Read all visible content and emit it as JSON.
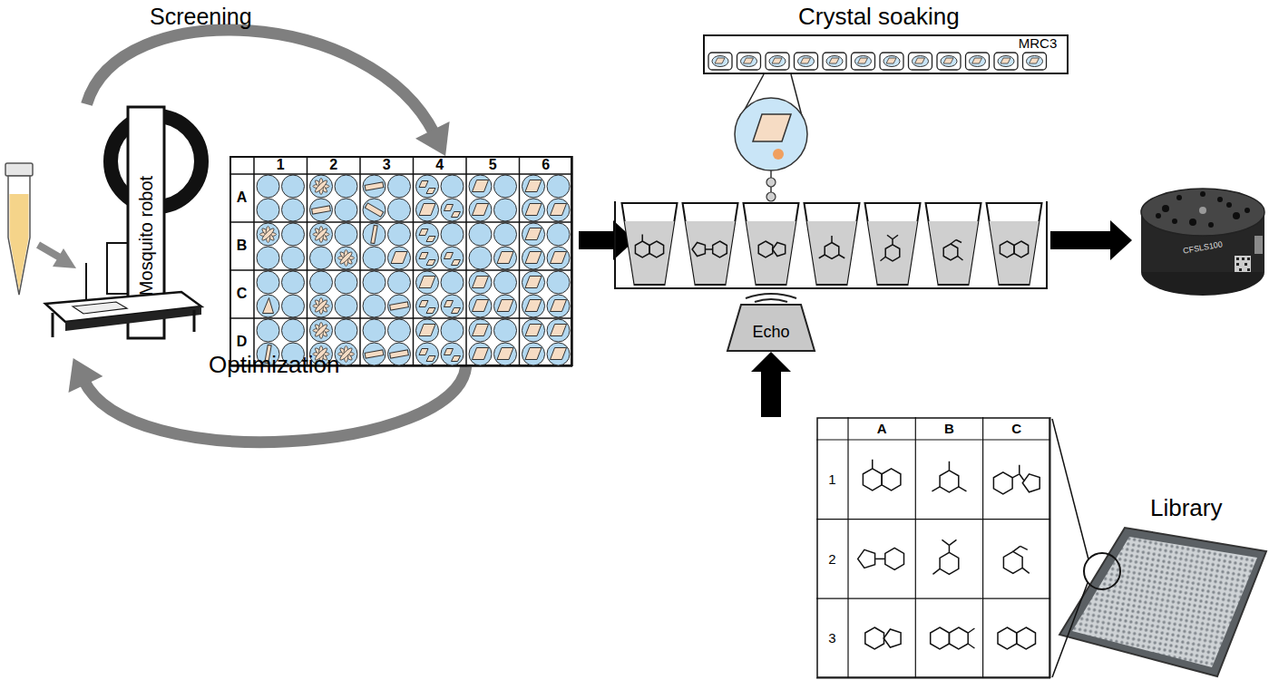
{
  "diagram": {
    "nodes": [
      {
        "text": [
          "Mosquito robot"
        ]
      },
      {
        "text": [
          "1",
          "2",
          "3",
          "4",
          "5",
          "6",
          "A",
          "B",
          "C",
          "D"
        ]
      },
      {
        "text": [
          "MRC3"
        ]
      },
      {
        "text": [
          "Echo"
        ]
      },
      {
        "text": [
          "CFSLS100"
        ]
      },
      {
        "text": [
          "A",
          "B",
          "C",
          "1",
          "2",
          "3"
        ]
      }
    ],
    "edges": [
      {
        "from": 0,
        "to": 1,
        "label": "Screening",
        "arrow": "to"
      },
      {
        "from": 1,
        "to": 0,
        "label": "Optimization",
        "arrow": "to"
      },
      {
        "from": 5,
        "to": 3,
        "arrow": "to"
      }
    ],
    "labels": [
      "Crystal soaking",
      "Library"
    ]
  }
}
